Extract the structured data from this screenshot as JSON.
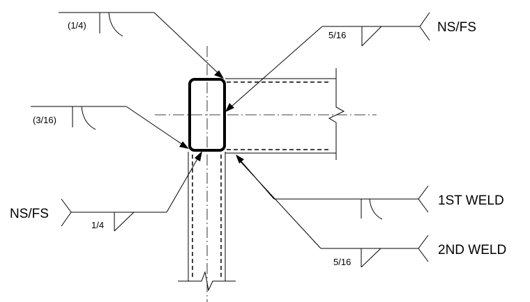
{
  "labels": {
    "weld_top_left_size": "(1/4)",
    "weld_mid_left_size": "(3/16)",
    "weld_top_right_size": "5/16",
    "tail_top_right": "NS/FS",
    "tail_bottom_left": "NS/FS",
    "weld_bottom_left_size": "1/4",
    "tail_first_weld": "1ST WELD",
    "tail_second_weld": "2ND WELD",
    "weld_bottom_right_size": "5/16"
  }
}
